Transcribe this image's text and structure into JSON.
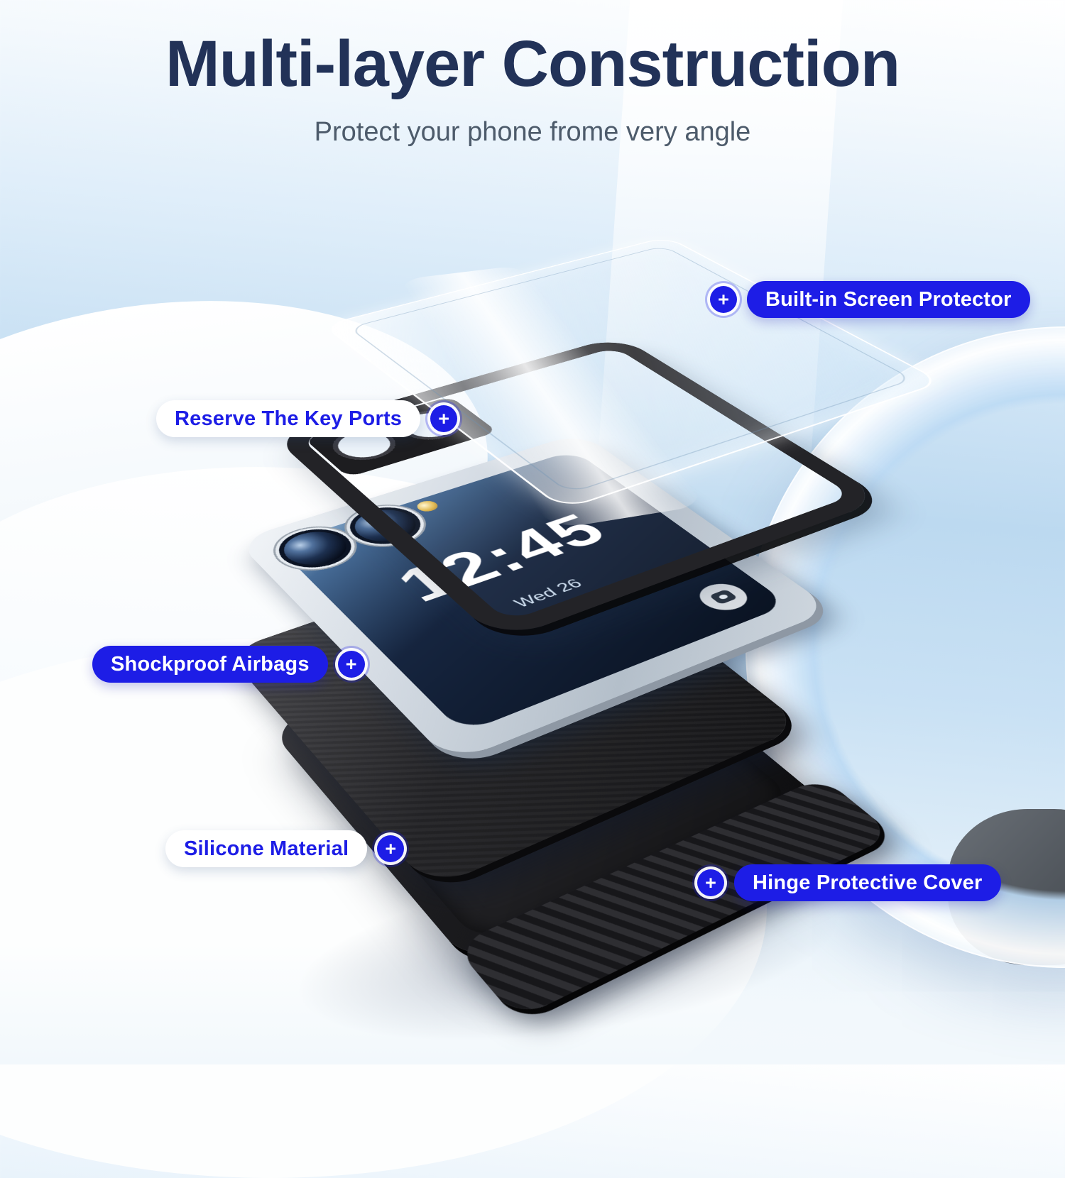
{
  "header": {
    "title": "Multi-layer Construction",
    "subtitle": "Protect your phone frome very angle"
  },
  "callouts": [
    {
      "id": "screen-protector",
      "label": "Built-in Screen Protector",
      "style": "blue"
    },
    {
      "id": "key-ports",
      "label": "Reserve The Key Ports",
      "style": "white"
    },
    {
      "id": "airbags",
      "label": "Shockproof Airbags",
      "style": "blue"
    },
    {
      "id": "silicone",
      "label": "Silicone Material",
      "style": "white"
    },
    {
      "id": "hinge",
      "label": "Hinge Protective Cover",
      "style": "blue"
    }
  ],
  "phone": {
    "time": "12:45",
    "date": "Wed 26"
  },
  "icons": {
    "plus": "+"
  },
  "colors": {
    "accent_blue": "#1d1de6",
    "title_navy": "#223258",
    "sky_blue": "#bcd9f0"
  }
}
